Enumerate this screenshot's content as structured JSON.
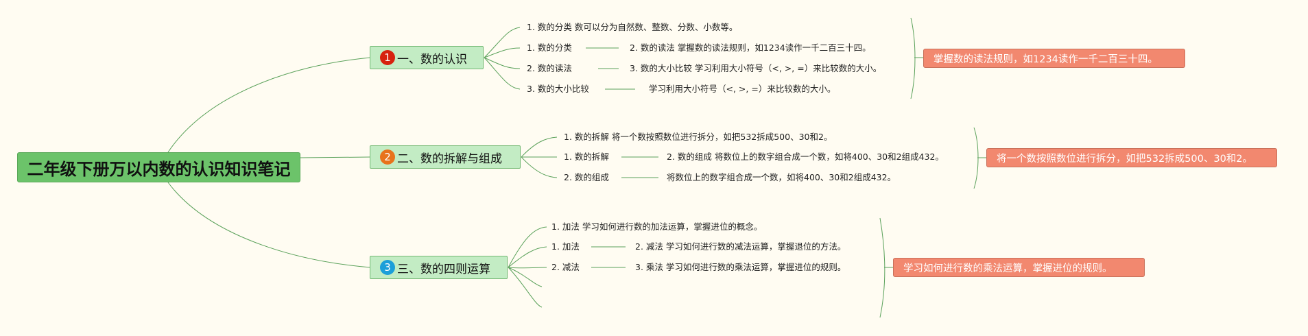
{
  "root": {
    "title": "二年级下册万以内数的认识知识笔记"
  },
  "branches": [
    {
      "num": "1",
      "label": "一、数的认识",
      "color": "#d7220e",
      "left": [
        "1. 数的分类 数可以分为自然数、整数、分数、小数等。",
        "1. 数的分类",
        "2. 数的读法",
        "3. 数的大小比较"
      ],
      "right": [
        "2. 数的读法 掌握数的读法规则，如1234读作一千二百三十四。",
        "3. 数的大小比较 学习利用大小符号（<, >, =）来比较数的大小。",
        "学习利用大小符号（<, >, =）来比较数的大小。"
      ],
      "summary": "掌握数的读法规则，如1234读作一千二百三十四。"
    },
    {
      "num": "2",
      "label": "二、数的拆解与组成",
      "color": "#e8731b",
      "left": [
        "1. 数的拆解 将一个数按照数位进行拆分，如把532拆成500、30和2。",
        "1. 数的拆解",
        "2. 数的组成"
      ],
      "right": [
        "2. 数的组成 将数位上的数字组合成一个数，如将400、30和2组成432。",
        "将数位上的数字组合成一个数，如将400、30和2组成432。"
      ],
      "summary": "将一个数按照数位进行拆分，如把532拆成500、30和2。"
    },
    {
      "num": "3",
      "label": "三、数的四则运算",
      "color": "#1c9fd9",
      "left": [
        "1. 加法 学习如何进行数的加法运算，掌握进位的概念。",
        "1. 加法",
        "2. 减法"
      ],
      "right": [
        "2. 减法 学习如何进行数的减法运算，掌握退位的方法。",
        "3. 乘法 学习如何进行数的乘法运算，掌握进位的规则。"
      ],
      "summary": "学习如何进行数的乘法运算，掌握进位的规则。"
    }
  ]
}
